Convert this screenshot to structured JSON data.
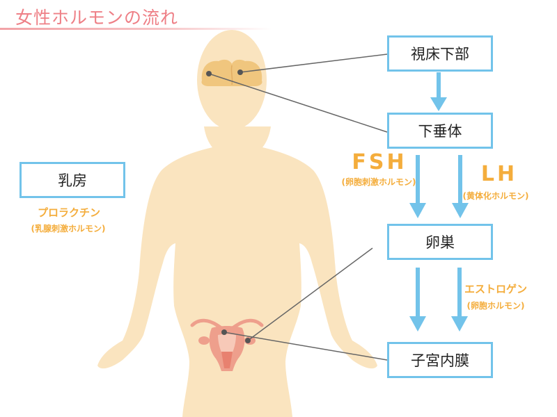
{
  "title": "女性ホルモンの流れ",
  "boxes": {
    "hypothalamus": "視床下部",
    "pituitary": "下垂体",
    "ovary": "卵巣",
    "endometrium": "子宮内膜",
    "breast": "乳房"
  },
  "hormones": {
    "fsh": {
      "name": "FSH",
      "note": "(卵胞刺激ホルモン)"
    },
    "lh": {
      "name": "LH",
      "note": "(黄体化ホルモン)"
    },
    "estrogen": {
      "name": "エストロゲン",
      "note": "(卵胞ホルモン)"
    },
    "prolactin": {
      "name": "プロラクチン",
      "note": "(乳腺刺激ホルモン)"
    }
  },
  "colors": {
    "title": "#ee7f86",
    "box_border": "#72c3ea",
    "arrow": "#72c3ea",
    "hormone_text": "#f4ad3c",
    "body": "#fae4bf",
    "brain": "#f0c67e",
    "uterus": "#ee9f8c",
    "leader_line": "#666666"
  }
}
